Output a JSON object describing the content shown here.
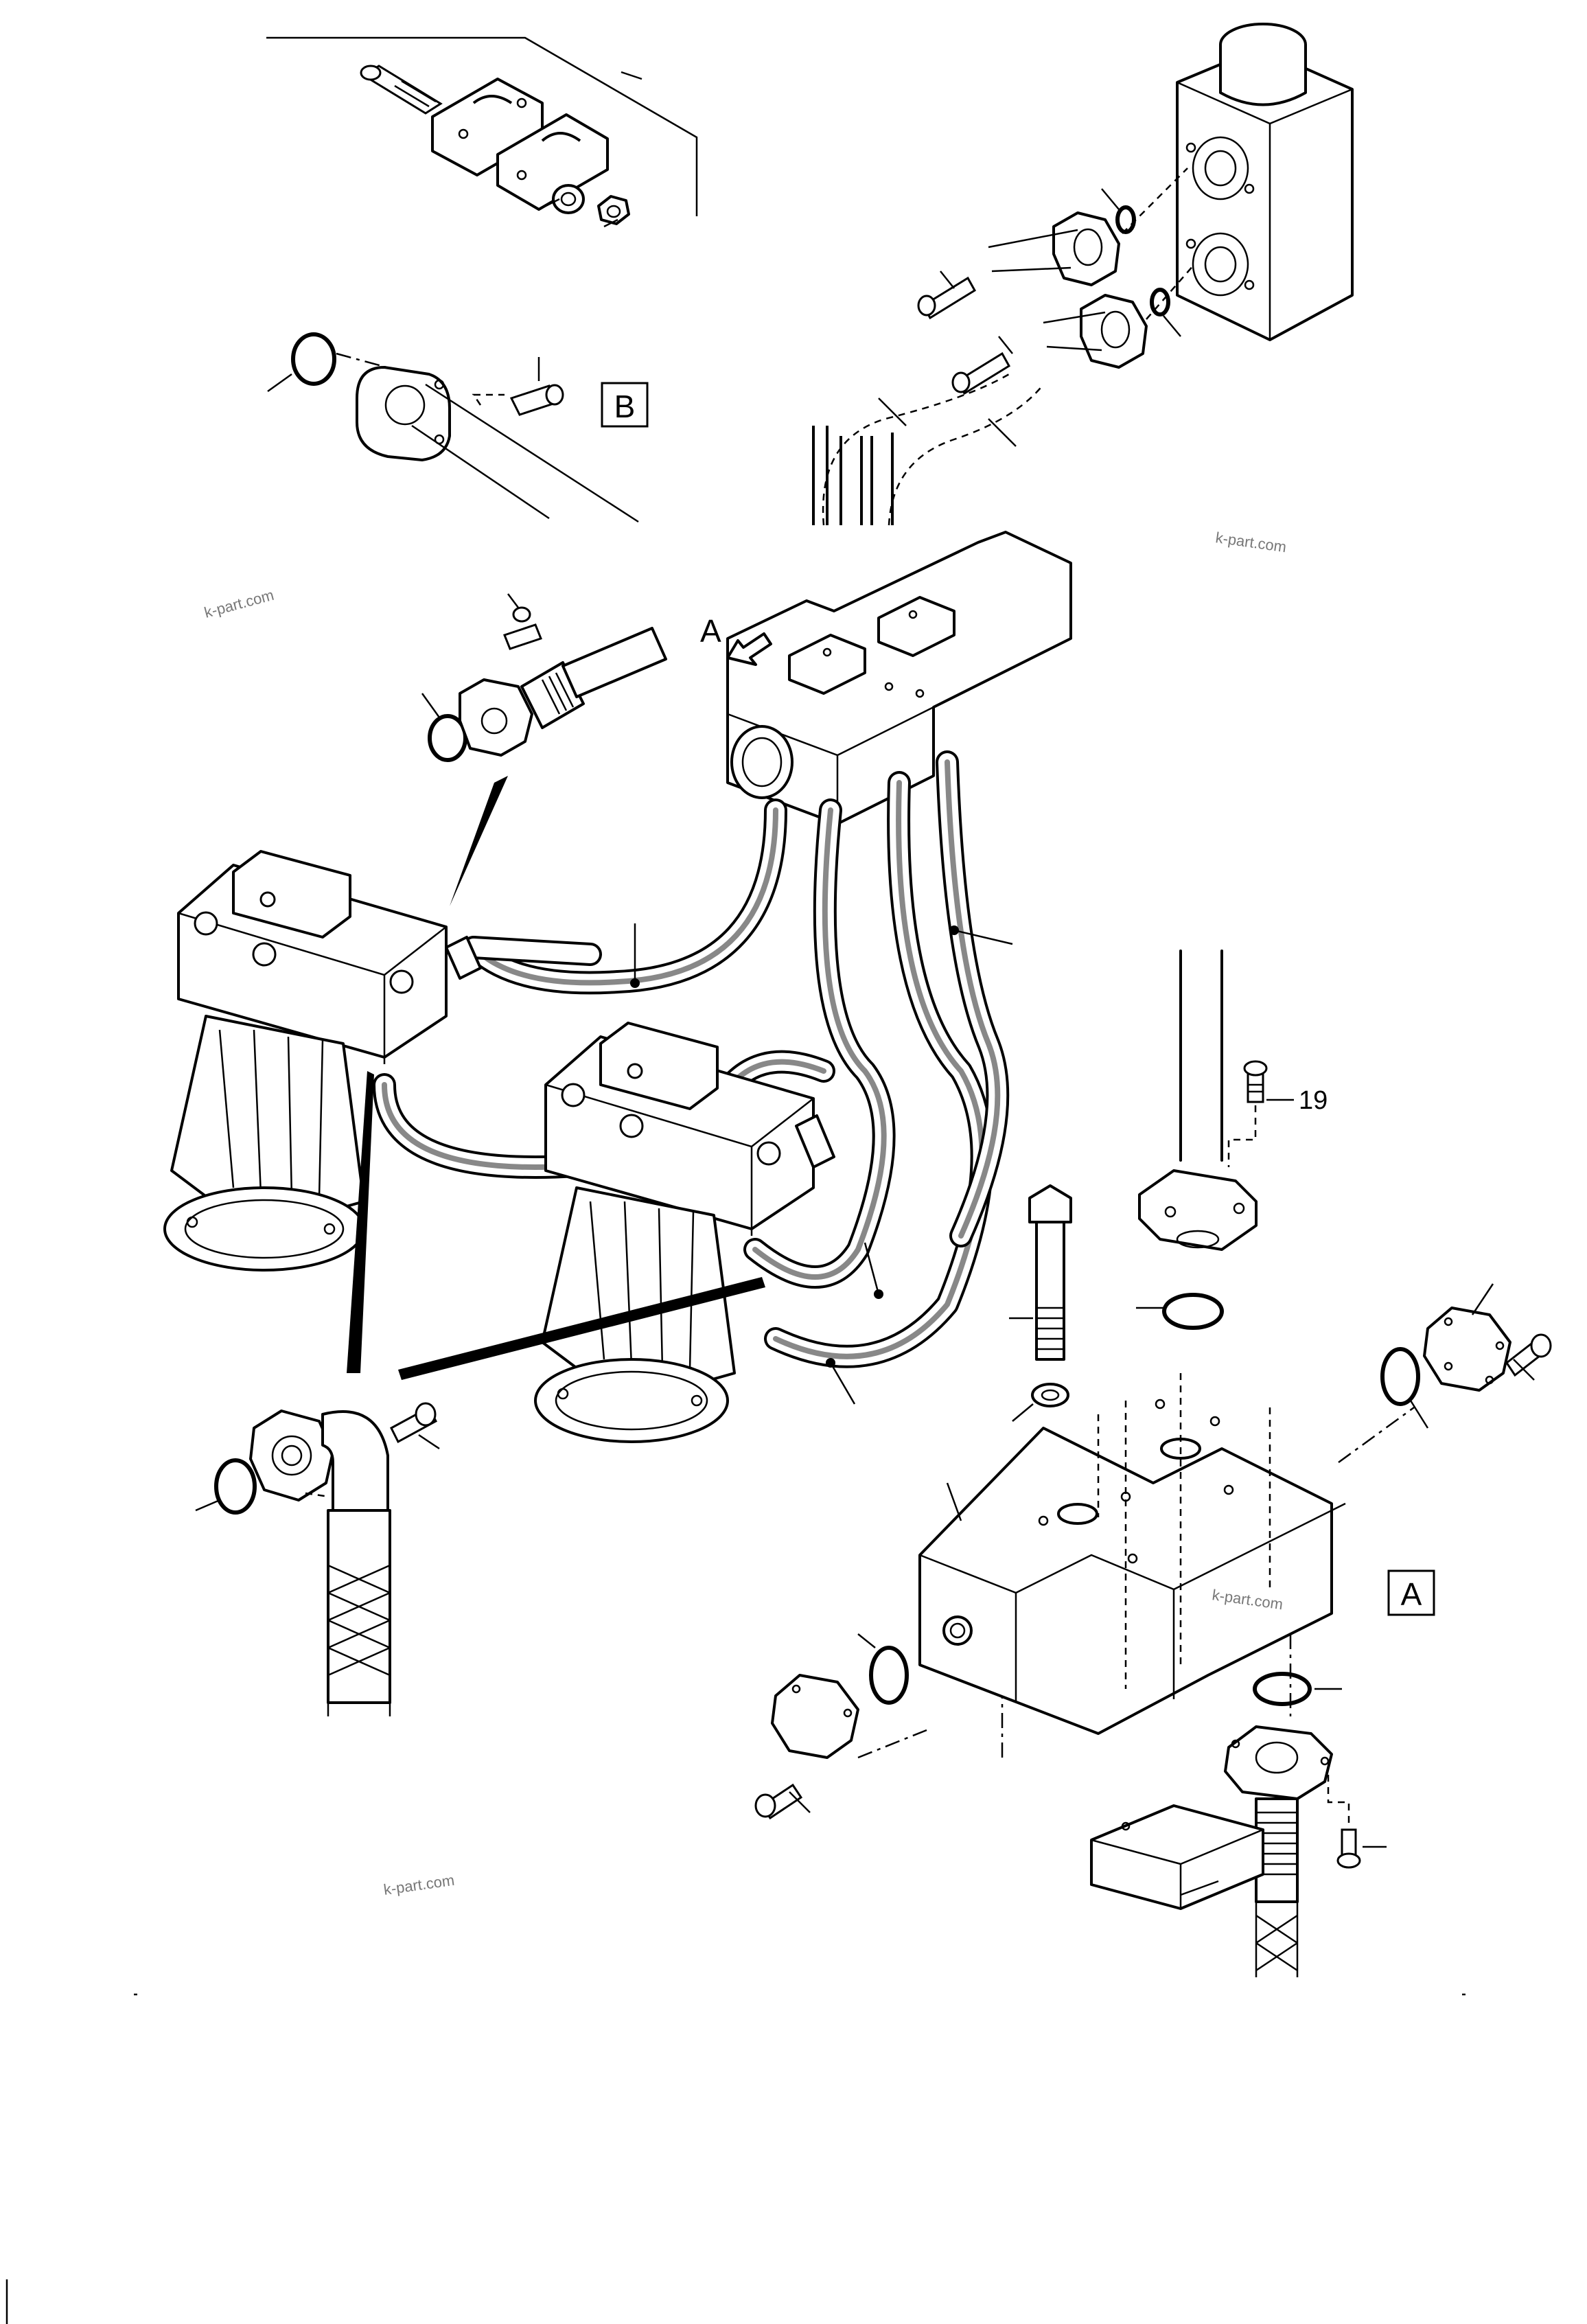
{
  "diagram": {
    "callouts": {
      "b_box": "B",
      "a_box": "A",
      "a_arrow": "A",
      "part_19": "19"
    },
    "watermarks": [
      "k-part.com",
      "k-part.com",
      "k-part.com",
      "k-part.com"
    ],
    "colors": {
      "line": "#000000",
      "background": "#ffffff",
      "watermark": "#777777"
    }
  }
}
